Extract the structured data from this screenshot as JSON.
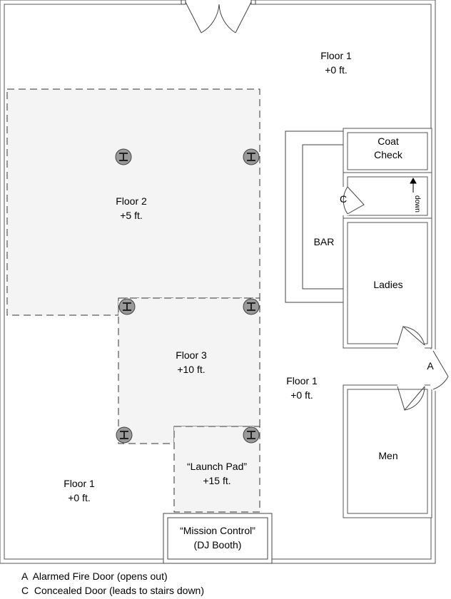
{
  "rooms": {
    "floor1_top": {
      "name": "Floor 1",
      "height": "+0 ft."
    },
    "floor1_right": {
      "name": "Floor 1",
      "height": "+0 ft."
    },
    "floor1_left": {
      "name": "Floor 1",
      "height": "+0 ft."
    },
    "floor2": {
      "name": "Floor 2",
      "height": "+5 ft."
    },
    "floor3": {
      "name": "Floor 3",
      "height": "+10 ft."
    },
    "launch_pad": {
      "name": "“Launch Pad”",
      "height": "+15 ft."
    },
    "mission_control": {
      "name": "“Mission Control”",
      "sub": "(DJ Booth)"
    },
    "coat_check": {
      "line1": "Coat",
      "line2": "Check"
    },
    "bar": {
      "name": "BAR"
    },
    "ladies": {
      "name": "Ladies"
    },
    "men": {
      "name": "Men"
    }
  },
  "markers": {
    "a": "A",
    "c": "C",
    "down": "down"
  },
  "legend": {
    "a": "A  Alarmed Fire Door (opens out)",
    "c": "C  Concealed Door (leads to stairs down)"
  },
  "colors": {
    "wall": "#666666",
    "platform_fill": "#f4f4f4",
    "column_fill": "#999999"
  },
  "icons": [
    "i-beam-column-icon",
    "double-door-icon",
    "swing-door-icon",
    "arrow-up-icon"
  ]
}
